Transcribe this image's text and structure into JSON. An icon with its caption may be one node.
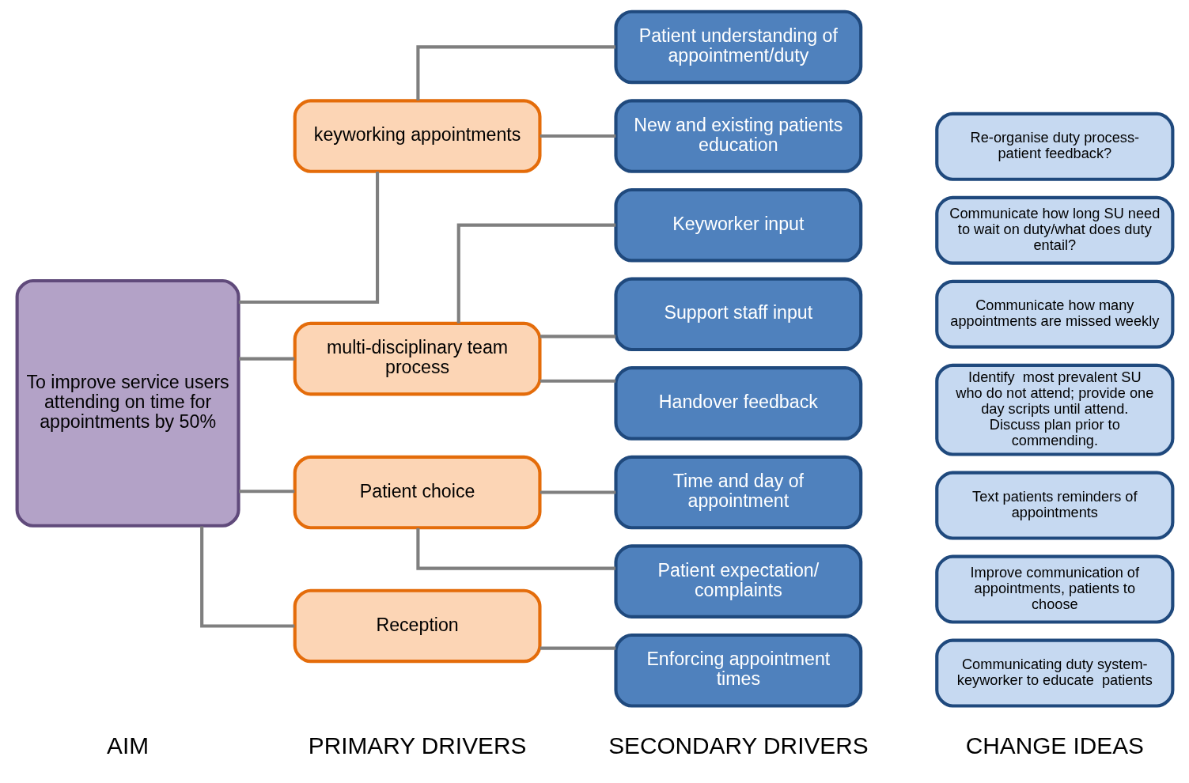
{
  "diagram": {
    "nodes": [
      {
        "text": [
          "To improve service users attending on time for appointments by 50%"
        ]
      },
      {
        "text": [
          "keyworking appointments"
        ]
      },
      {
        "text": [
          "multi-disciplinary team process"
        ]
      },
      {
        "text": [
          "Patient choice"
        ]
      },
      {
        "text": [
          "Reception"
        ]
      },
      {
        "text": [
          "Patient understanding of appointment/duty"
        ]
      },
      {
        "text": [
          "New and existing patients education"
        ]
      },
      {
        "text": [
          "Keyworker input"
        ]
      },
      {
        "text": [
          "Support staff input"
        ]
      },
      {
        "text": [
          "Handover feedback"
        ]
      },
      {
        "text": [
          "Time and day of appointment"
        ]
      },
      {
        "text": [
          "Patient expectation/ complaints"
        ]
      },
      {
        "text": [
          "Enforcing appointment times"
        ]
      },
      {
        "text": [
          "Communicating duty system-keyworker to educate  patients"
        ]
      },
      {
        "text": [
          "Improve communication of appointments, patients to choose"
        ]
      },
      {
        "text": [
          "Text patients reminders of appointments"
        ]
      },
      {
        "text": [
          "Identify  most prevalent SU who do not attend; provide one day scripts until attend. Discuss plan prior to commending."
        ]
      },
      {
        "text": [
          "Communicate how many appointments are missed weekly"
        ]
      },
      {
        "text": [
          "Communicate how long SU need to wait on duty/what does duty entail?"
        ]
      },
      {
        "text": [
          "Re-organise duty process-patient feedback?"
        ]
      }
    ],
    "edges": [
      {
        "from": 0,
        "to": 1,
        "arrow": "none"
      },
      {
        "from": 0,
        "to": 2,
        "arrow": "none"
      },
      {
        "from": 0,
        "to": 3,
        "arrow": "none"
      },
      {
        "from": 0,
        "to": 4,
        "arrow": "none"
      },
      {
        "from": 1,
        "to": 5,
        "arrow": "none"
      },
      {
        "from": 1,
        "to": 6,
        "arrow": "none"
      },
      {
        "from": 2,
        "to": 7,
        "arrow": "none"
      },
      {
        "from": 2,
        "to": 8,
        "arrow": "none"
      },
      {
        "from": 2,
        "to": 9,
        "arrow": "none"
      },
      {
        "from": 3,
        "to": 10,
        "arrow": "none"
      },
      {
        "from": 3,
        "to": 11,
        "arrow": "none"
      },
      {
        "from": 4,
        "to": 12,
        "arrow": "none"
      }
    ],
    "labels": [
      "AIM",
      "PRIMARY DRIVERS",
      "SECONDARY DRIVERS",
      "CHANGE IDEAS"
    ]
  }
}
